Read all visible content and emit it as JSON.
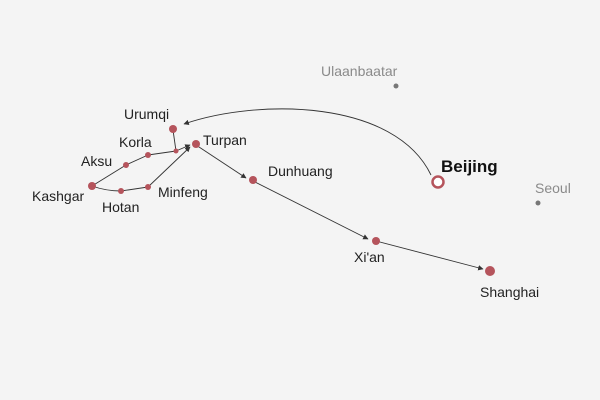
{
  "map": {
    "route_color": "#333333",
    "stop_color": "#b5545c",
    "secondary_color": "#777777",
    "origin": "Beijing",
    "cities": {
      "beijing": "Beijing",
      "urumqi": "Urumqi",
      "korla": "Korla",
      "aksu": "Aksu",
      "kashgar": "Kashgar",
      "hotan": "Hotan",
      "minfeng": "Minfeng",
      "turpan": "Turpan",
      "dunhuang": "Dunhuang",
      "xian": "Xi'an",
      "shanghai": "Shanghai",
      "ulaanbaatar": "Ulaanbaatar",
      "seoul": "Seoul"
    },
    "route_sequence": [
      "Beijing",
      "Urumqi",
      "Korla",
      "Aksu",
      "Kashgar",
      "Hotan",
      "Minfeng",
      "Turpan",
      "Dunhuang",
      "Xi'an",
      "Shanghai"
    ],
    "reference_cities": [
      "Ulaanbaatar",
      "Seoul"
    ]
  }
}
